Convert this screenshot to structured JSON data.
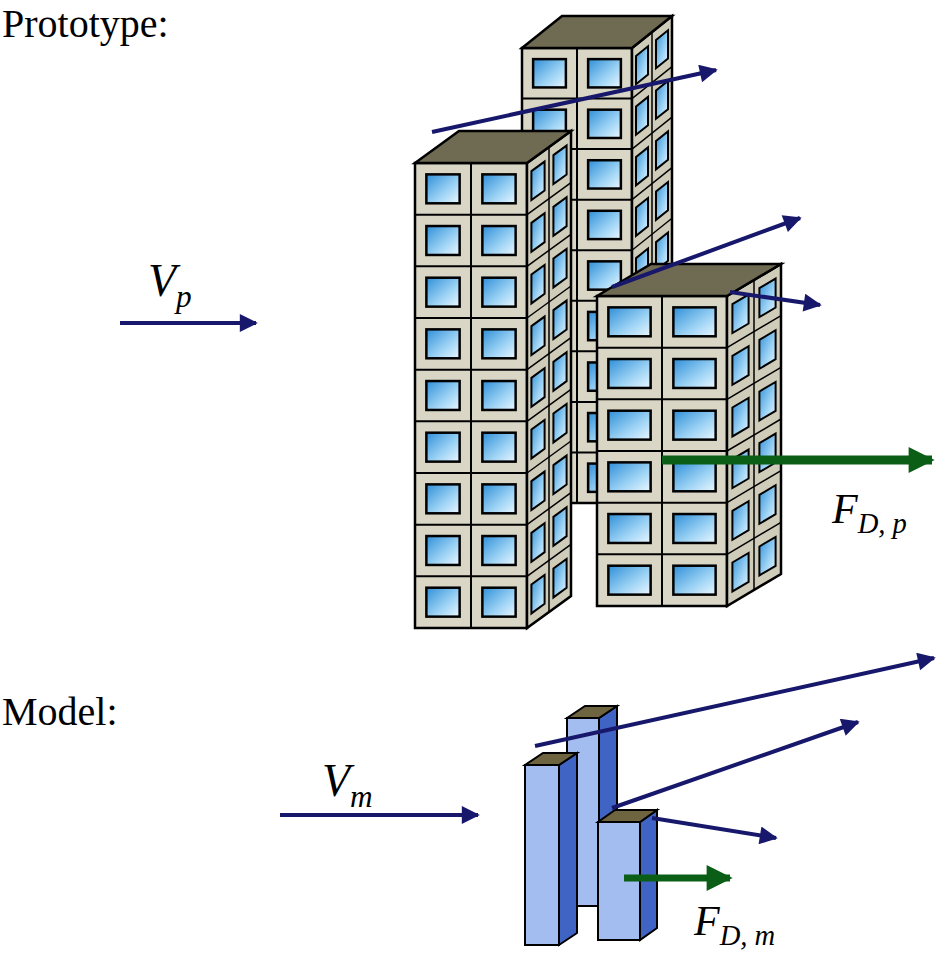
{
  "diagram": {
    "labels": [
      "Prototype:",
      "Vp",
      "FD, p",
      "Model:",
      "Vm",
      "FD, m"
    ]
  }
}
